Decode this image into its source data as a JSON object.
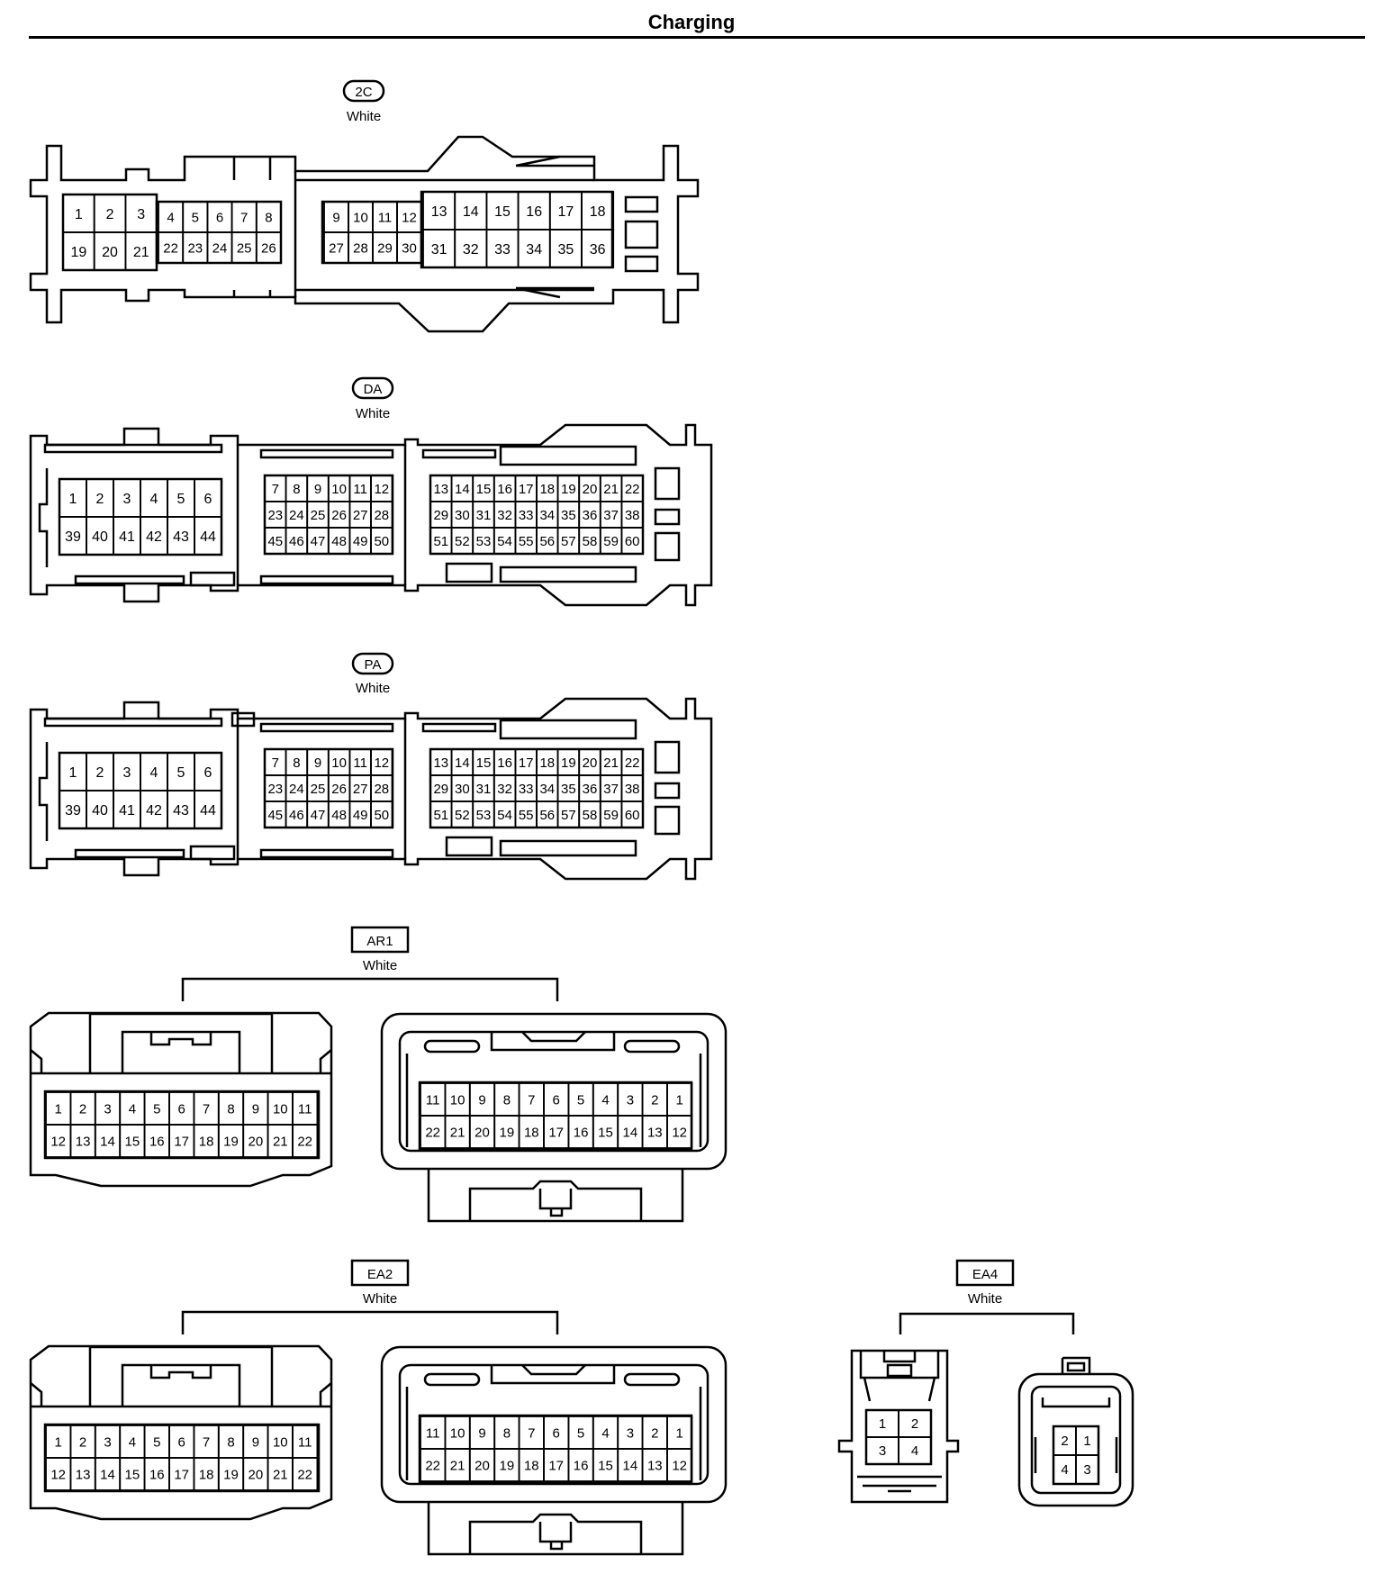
{
  "title": "Charging",
  "connectors": {
    "c2c": {
      "tag": "2C",
      "color": "White"
    },
    "da": {
      "tag": "DA",
      "color": "White"
    },
    "pa": {
      "tag": "PA",
      "color": "White"
    },
    "ar1": {
      "tag": "AR1",
      "color": "White"
    },
    "ea2": {
      "tag": "EA2",
      "color": "White"
    },
    "ea4": {
      "tag": "EA4",
      "color": "White"
    }
  },
  "pins": {
    "c2c_a_top": [
      "1",
      "2",
      "3"
    ],
    "c2c_a_bot": [
      "19",
      "20",
      "21"
    ],
    "c2c_b_top": [
      "4",
      "5",
      "6",
      "7",
      "8"
    ],
    "c2c_b_bot": [
      "22",
      "23",
      "24",
      "25",
      "26"
    ],
    "c2c_c_top": [
      "9",
      "10",
      "11",
      "12"
    ],
    "c2c_c_bot": [
      "27",
      "28",
      "29",
      "30"
    ],
    "c2c_d_top": [
      "13",
      "14",
      "15",
      "16",
      "17",
      "18"
    ],
    "c2c_d_bot": [
      "31",
      "32",
      "33",
      "34",
      "35",
      "36"
    ],
    "big_a_top": [
      "1",
      "2",
      "3",
      "4",
      "5",
      "6"
    ],
    "big_a_bot": [
      "39",
      "40",
      "41",
      "42",
      "43",
      "44"
    ],
    "big_b_r1": [
      "7",
      "8",
      "9",
      "10",
      "11",
      "12"
    ],
    "big_b_r2": [
      "23",
      "24",
      "25",
      "26",
      "27",
      "28"
    ],
    "big_b_r3": [
      "45",
      "46",
      "47",
      "48",
      "49",
      "50"
    ],
    "big_c_r1": [
      "13",
      "14",
      "15",
      "16",
      "17",
      "18",
      "19",
      "20",
      "21",
      "22"
    ],
    "big_c_r2": [
      "29",
      "30",
      "31",
      "32",
      "33",
      "34",
      "35",
      "36",
      "37",
      "38"
    ],
    "big_c_r3": [
      "51",
      "52",
      "53",
      "54",
      "55",
      "56",
      "57",
      "58",
      "59",
      "60"
    ],
    "m_top": [
      "1",
      "2",
      "3",
      "4",
      "5",
      "6",
      "7",
      "8",
      "9",
      "10",
      "11"
    ],
    "m_bot": [
      "12",
      "13",
      "14",
      "15",
      "16",
      "17",
      "18",
      "19",
      "20",
      "21",
      "22"
    ],
    "f_top": [
      "11",
      "10",
      "9",
      "8",
      "7",
      "6",
      "5",
      "4",
      "3",
      "2",
      "1"
    ],
    "f_bot": [
      "22",
      "21",
      "20",
      "19",
      "18",
      "17",
      "16",
      "15",
      "14",
      "13",
      "12"
    ],
    "ea4_m": [
      "1",
      "2",
      "3",
      "4"
    ],
    "ea4_f": [
      "2",
      "1",
      "4",
      "3"
    ]
  }
}
